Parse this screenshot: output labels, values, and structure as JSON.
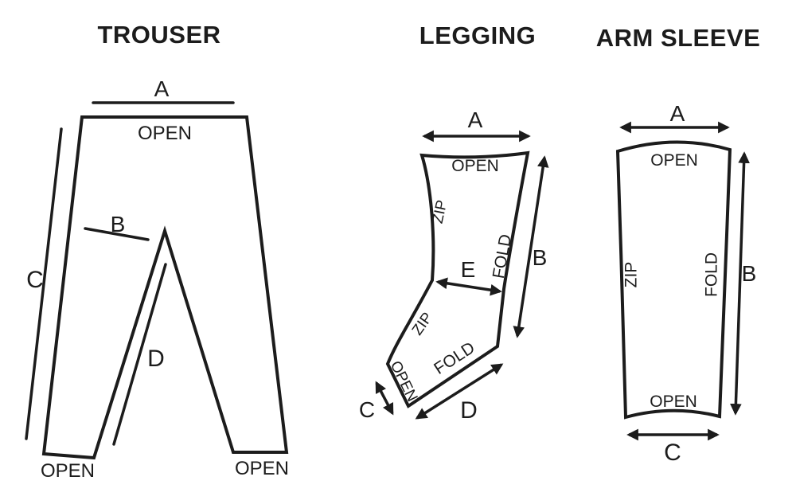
{
  "page": {
    "background": "#ffffff",
    "ink": "#1c1c1c"
  },
  "panels": {
    "trouser": {
      "title": "TROUSER",
      "open_top": "OPEN",
      "open_bottom_left": "OPEN",
      "open_bottom_right": "OPEN",
      "measure_a": "A",
      "measure_b": "B",
      "measure_c": "C",
      "measure_d": "D"
    },
    "legging": {
      "title": "LEGGING",
      "open_top": "OPEN",
      "open_bottom": "OPEN",
      "zip_upper": "ZIP",
      "zip_lower": "ZIP",
      "fold_upper": "FOLD",
      "fold_lower": "FOLD",
      "measure_a": "A",
      "measure_b": "B",
      "measure_c": "C",
      "measure_d": "D",
      "measure_e": "E"
    },
    "arm_sleeve": {
      "title": "ARM SLEEVE",
      "open_top": "OPEN",
      "open_bottom": "OPEN",
      "zip": "ZIP",
      "fold": "FOLD",
      "measure_a": "A",
      "measure_b": "B",
      "measure_c": "C"
    }
  }
}
